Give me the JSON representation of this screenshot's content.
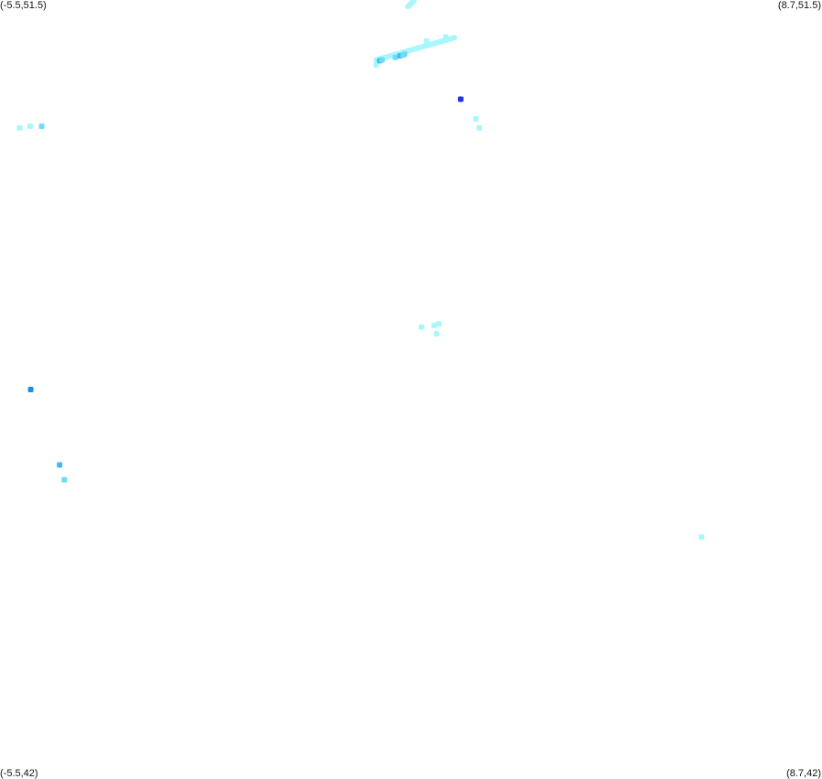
{
  "map": {
    "corners": {
      "top_left": "(-5.5,51.5)",
      "top_right": "(8.7,51.5)",
      "bottom_left": "(-5.5,42)",
      "bottom_right": "(8.7,42)"
    },
    "bounds": {
      "lon_min": -5.5,
      "lon_max": 8.7,
      "lat_min": 42,
      "lat_max": 51.5
    },
    "colors": {
      "light": "#a8f7fb",
      "mid": "#6fdcf5",
      "strong": "#3fbaf0",
      "deep": "#1a8fe8",
      "dark": "#2233e6"
    },
    "tracks": [
      {
        "color": "light",
        "points": [
          [
            1.55,
            51.42
          ],
          [
            1.65,
            51.49
          ]
        ]
      },
      {
        "color": "light",
        "points": [
          [
            1.0,
            50.77
          ],
          [
            2.35,
            51.04
          ]
        ]
      }
    ],
    "points": [
      {
        "lon": 1.87,
        "lat": 51.0,
        "color": "light"
      },
      {
        "lon": 1.0,
        "lat": 50.71,
        "color": "light"
      },
      {
        "lon": 1.06,
        "lat": 50.76,
        "color": "strong"
      },
      {
        "lon": 1.1,
        "lat": 50.77,
        "color": "mid"
      },
      {
        "lon": 1.33,
        "lat": 50.8,
        "color": "mid"
      },
      {
        "lon": 1.41,
        "lat": 50.82,
        "color": "strong"
      },
      {
        "lon": 1.46,
        "lat": 50.83,
        "color": "mid"
      },
      {
        "lon": 1.49,
        "lat": 50.84,
        "color": "mid"
      },
      {
        "lon": 2.2,
        "lat": 51.05,
        "color": "light"
      },
      {
        "lon": 2.46,
        "lat": 50.29,
        "color": "dark"
      },
      {
        "lon": 2.72,
        "lat": 50.05,
        "color": "light"
      },
      {
        "lon": 2.78,
        "lat": 49.94,
        "color": "light"
      },
      {
        "lon": -5.16,
        "lat": 49.94,
        "color": "light"
      },
      {
        "lon": -4.98,
        "lat": 49.96,
        "color": "light"
      },
      {
        "lon": -4.78,
        "lat": 49.96,
        "color": "mid"
      },
      {
        "lon": 1.78,
        "lat": 47.51,
        "color": "light"
      },
      {
        "lon": 2.0,
        "lat": 47.53,
        "color": "light"
      },
      {
        "lon": 2.08,
        "lat": 47.55,
        "color": "light"
      },
      {
        "lon": 2.04,
        "lat": 47.43,
        "color": "light"
      },
      {
        "lon": -4.97,
        "lat": 46.75,
        "color": "deep"
      },
      {
        "lon": -4.47,
        "lat": 45.83,
        "color": "strong"
      },
      {
        "lon": -4.39,
        "lat": 45.65,
        "color": "mid"
      },
      {
        "lon": 6.62,
        "lat": 44.95,
        "color": "light"
      }
    ]
  }
}
